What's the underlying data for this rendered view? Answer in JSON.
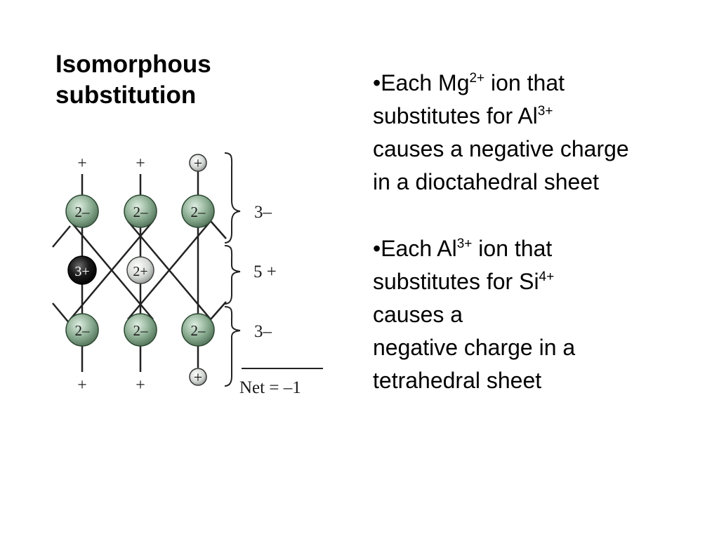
{
  "title": {
    "line1": "Isomorphous",
    "line2": "substitution"
  },
  "bullets": [
    {
      "l1a": "•Each Mg",
      "l1sup": "2+",
      "l1b": " ion that",
      "l2a": "substitutes for Al",
      "l2sup": "3+",
      "l3": "causes a negative charge",
      "l4": "in a dioctahedral sheet"
    },
    {
      "l1a": "•Each Al",
      "l1sup": "3+",
      "l1b": " ion that",
      "l2a": "substitutes for Si",
      "l2sup": "4+",
      "l3": "causes a",
      "l4": "negative charge in a",
      "l5": "tetrahedral sheet"
    }
  ],
  "diagram": {
    "top_signs": [
      "+",
      "+",
      "+"
    ],
    "bottom_signs": [
      "+",
      "+",
      "+"
    ],
    "top_ions": [
      "2–",
      "2–",
      "2–"
    ],
    "mid_ions": [
      "3+",
      "2+"
    ],
    "bottom_ions": [
      "2–",
      "2–",
      "2–"
    ],
    "brackets": [
      "3–",
      "5 +",
      "3–"
    ],
    "net": "Net = –1",
    "colors": {
      "anion": "#86a98d",
      "aluminum": "#111111",
      "magnesium": "#d9dcd9"
    }
  }
}
